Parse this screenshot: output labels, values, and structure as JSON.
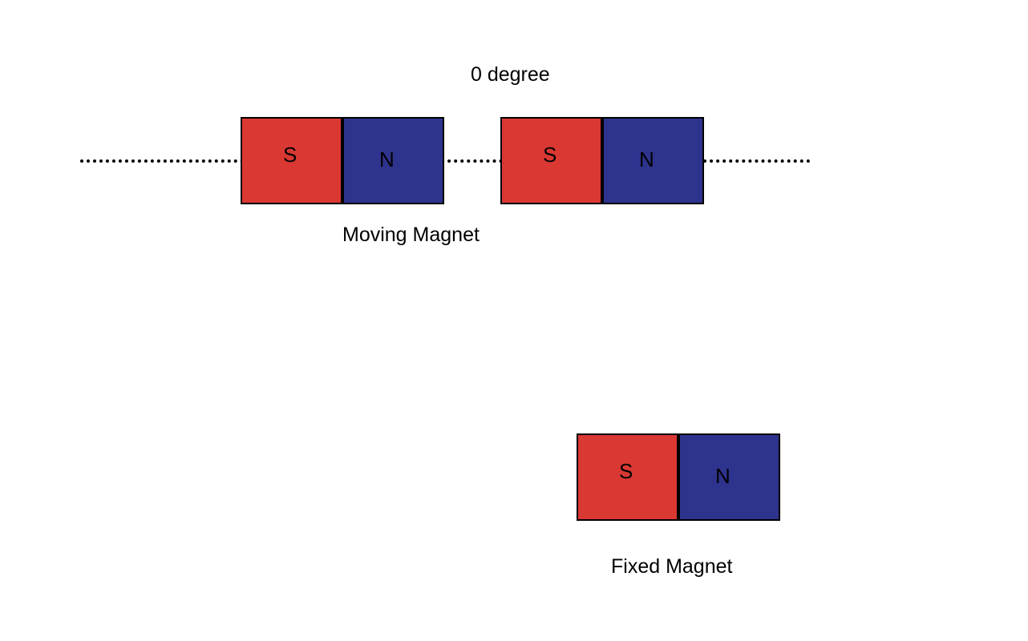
{
  "labels": {
    "angle": "0 degree",
    "moving": "Moving Magnet",
    "fixed": "Fixed Magnet"
  },
  "poles": {
    "south": "S",
    "north": "N"
  },
  "colors": {
    "south": "#da3833",
    "north": "#2e338d",
    "outline": "#000000",
    "axis": "#000000"
  }
}
